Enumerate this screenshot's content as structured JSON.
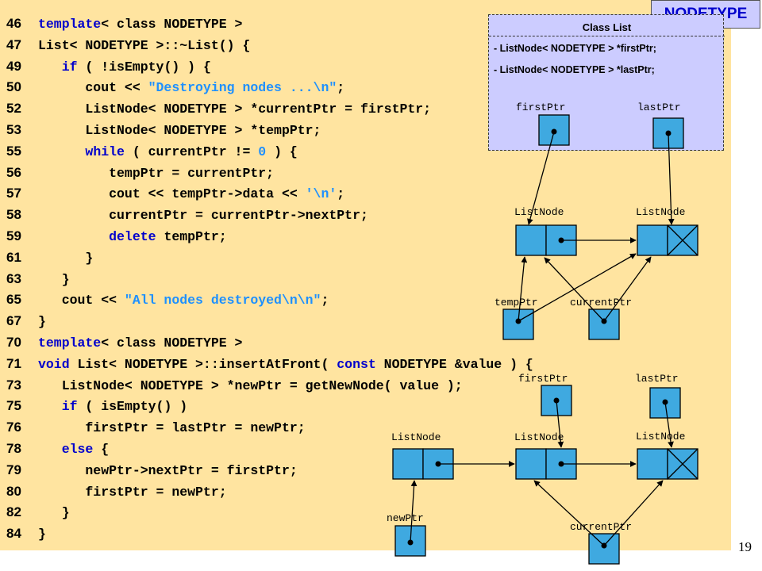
{
  "code_lines": [
    {
      "num": "46",
      "segs": [
        {
          "t": "template",
          "c": "kw"
        },
        {
          "t": "< class NODETYPE >",
          "c": ""
        }
      ]
    },
    {
      "num": "47",
      "segs": [
        {
          "t": "List< NODETYPE >::~List() {",
          "c": ""
        }
      ]
    },
    {
      "num": "49",
      "segs": [
        {
          "t": "   ",
          "c": ""
        },
        {
          "t": "if",
          "c": "kw"
        },
        {
          "t": " ( !isEmpty() ) {",
          "c": ""
        }
      ]
    },
    {
      "num": "50",
      "segs": [
        {
          "t": "      cout << ",
          "c": ""
        },
        {
          "t": "\"Destroying nodes ...\\n\"",
          "c": "str"
        },
        {
          "t": ";",
          "c": ""
        }
      ]
    },
    {
      "num": "52",
      "segs": [
        {
          "t": "      ListNode< NODETYPE > *currentPtr = firstPtr;",
          "c": ""
        }
      ]
    },
    {
      "num": "53",
      "segs": [
        {
          "t": "      ListNode< NODETYPE > *tempPtr;",
          "c": ""
        }
      ]
    },
    {
      "num": "55",
      "segs": [
        {
          "t": "      ",
          "c": ""
        },
        {
          "t": "while",
          "c": "kw"
        },
        {
          "t": " ( currentPtr != ",
          "c": ""
        },
        {
          "t": "0",
          "c": "str"
        },
        {
          "t": " ) {",
          "c": ""
        }
      ]
    },
    {
      "num": "56",
      "segs": [
        {
          "t": "         tempPtr = currentPtr;",
          "c": ""
        }
      ]
    },
    {
      "num": "57",
      "segs": [
        {
          "t": "         cout << tempPtr->data << ",
          "c": ""
        },
        {
          "t": "'\\n'",
          "c": "str"
        },
        {
          "t": ";",
          "c": ""
        }
      ]
    },
    {
      "num": "58",
      "segs": [
        {
          "t": "         currentPtr = currentPtr->nextPtr;",
          "c": ""
        }
      ]
    },
    {
      "num": "59",
      "segs": [
        {
          "t": "         ",
          "c": ""
        },
        {
          "t": "delete",
          "c": "kw"
        },
        {
          "t": " tempPtr;",
          "c": ""
        }
      ]
    },
    {
      "num": "61",
      "segs": [
        {
          "t": "      }",
          "c": ""
        }
      ]
    },
    {
      "num": "63",
      "segs": [
        {
          "t": "   }",
          "c": ""
        }
      ]
    },
    {
      "num": "65",
      "segs": [
        {
          "t": "   cout << ",
          "c": ""
        },
        {
          "t": "\"All nodes destroyed\\n\\n\"",
          "c": "str"
        },
        {
          "t": ";",
          "c": ""
        }
      ]
    },
    {
      "num": "67",
      "segs": [
        {
          "t": "}",
          "c": ""
        }
      ]
    },
    {
      "num": "70",
      "segs": [
        {
          "t": "template",
          "c": "kw"
        },
        {
          "t": "< class NODETYPE >",
          "c": ""
        }
      ]
    },
    {
      "num": "71",
      "segs": [
        {
          "t": "void",
          "c": "kw"
        },
        {
          "t": " List< NODETYPE >::insertAtFront( ",
          "c": ""
        },
        {
          "t": "const",
          "c": "kw"
        },
        {
          "t": " NODETYPE &value ) {",
          "c": ""
        }
      ]
    },
    {
      "num": "73",
      "segs": [
        {
          "t": "   ListNode< NODETYPE > *newPtr = getNewNode( value );",
          "c": ""
        }
      ]
    },
    {
      "num": "75",
      "segs": [
        {
          "t": "   ",
          "c": ""
        },
        {
          "t": "if",
          "c": "kw"
        },
        {
          "t": " ( isEmpty() )",
          "c": ""
        }
      ]
    },
    {
      "num": "76",
      "segs": [
        {
          "t": "      firstPtr = lastPtr = newPtr;",
          "c": ""
        }
      ]
    },
    {
      "num": "78",
      "segs": [
        {
          "t": "   ",
          "c": ""
        },
        {
          "t": "else",
          "c": "kw"
        },
        {
          "t": " {",
          "c": ""
        }
      ]
    },
    {
      "num": "79",
      "segs": [
        {
          "t": "      newPtr->nextPtr = firstPtr;",
          "c": ""
        }
      ]
    },
    {
      "num": "80",
      "segs": [
        {
          "t": "      firstPtr = newPtr;",
          "c": ""
        }
      ]
    },
    {
      "num": "82",
      "segs": [
        {
          "t": "   }",
          "c": ""
        }
      ]
    },
    {
      "num": "84",
      "segs": [
        {
          "t": "}",
          "c": ""
        }
      ]
    }
  ],
  "badge": "NODETYPE",
  "class_list": {
    "title": "Class  List",
    "members": [
      "- ListNode< NODETYPE > *firstPtr;",
      "- ListNode< NODETYPE > *lastPtr;"
    ]
  },
  "diagram_labels": {
    "first_ptr": "firstPtr",
    "last_ptr": "lastPtr",
    "list_node": "ListNode",
    "temp_ptr": "tempPtr",
    "current_ptr": "currentPtr",
    "new_ptr": "newPtr"
  },
  "page_number": "19",
  "colors": {
    "slide_background": "#ffe4a0",
    "keyword": "#0000cc",
    "string_literal": "#1e90ff",
    "node_fill": "#3fa9e0",
    "class_box": "#ccccff"
  }
}
